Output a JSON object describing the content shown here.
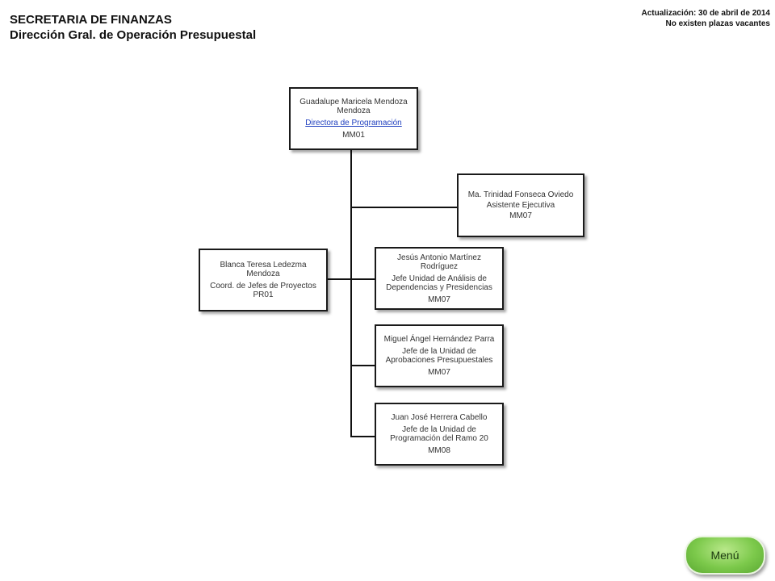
{
  "header": {
    "title": "SECRETARIA DE FINANZAS",
    "subtitle": "Dirección Gral. de Operación Presupuestal",
    "update_date": "Actualización: 30 de abril de 2014",
    "vacancies": "No existen plazas vacantes"
  },
  "boxes": {
    "director": {
      "name": "Guadalupe Maricela Mendoza Mendoza",
      "position": "Directora de Programación",
      "level": "MM01"
    },
    "assistant": {
      "name": "Ma. Trinidad Fonseca Oviedo",
      "position": "Asistente Ejecutiva",
      "level": "MM07"
    },
    "coordinator": {
      "name": "Blanca Teresa Ledezma Mendoza",
      "position": "Coord. de Jefes de Proyectos",
      "level": "PR01"
    },
    "unit1": {
      "name": "Jesús Antonio Martínez Rodríguez",
      "position": "Jefe Unidad de Análisis de Dependencias y Presidencias",
      "level": "MM07"
    },
    "unit2": {
      "name": "Miguel Ángel Hernández Parra",
      "position": "Jefe de la Unidad de Aprobaciones Presupuestales",
      "level": "MM07"
    },
    "unit3": {
      "name": "Juan José Herrera Cabello",
      "position": "Jefe de la Unidad de Programación del Ramo 20",
      "level": "MM08"
    }
  },
  "menu": {
    "label": "Menú"
  }
}
